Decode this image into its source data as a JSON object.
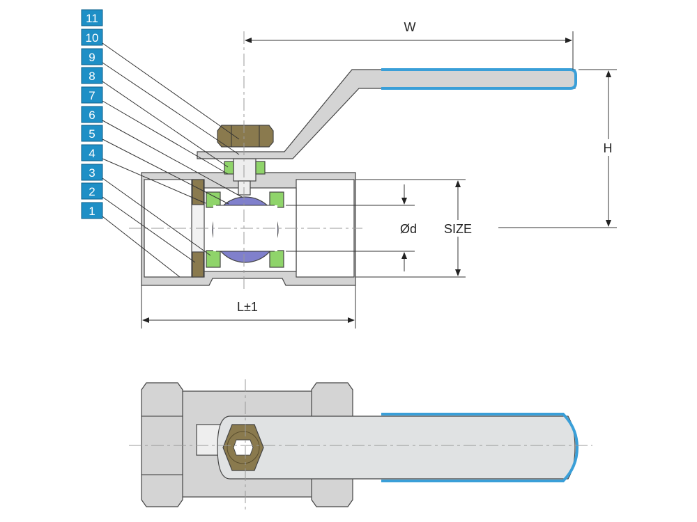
{
  "part_labels": [
    "11",
    "10",
    "9",
    "8",
    "7",
    "6",
    "5",
    "4",
    "3",
    "2",
    "1"
  ],
  "dimensions": {
    "width": "W",
    "height": "H",
    "bore": "Ød",
    "size": "SIZE",
    "length": "L±1"
  },
  "colors": {
    "label_box": "#1e8fc6",
    "body": "#d4d4d4",
    "nut": "#8a7a4e",
    "seat": "#8fd46a",
    "ball": "#8080cc",
    "handle_grip": "#3a9fd8"
  }
}
